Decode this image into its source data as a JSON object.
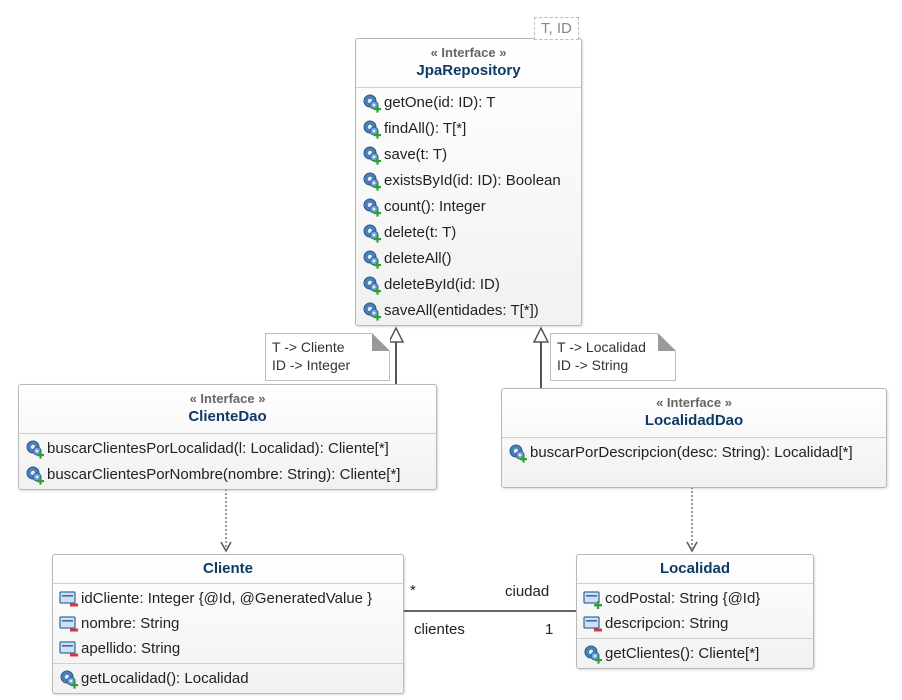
{
  "jpa": {
    "template": "T, ID",
    "stereotype": "« Interface »",
    "name": "JpaRepository",
    "methods": [
      "getOne(id: ID): T",
      "findAll(): T[*]",
      "save(t: T)",
      "existsById(id: ID): Boolean",
      "count(): Integer",
      "delete(t: T)",
      "deleteAll()",
      "deleteById(id: ID)",
      "saveAll(entidades: T[*])"
    ]
  },
  "cliente_note": {
    "line1": "T -> Cliente",
    "line2": "ID -> Integer"
  },
  "localidad_note": {
    "line1": "T -> Localidad",
    "line2": "ID -> String"
  },
  "cliente_dao": {
    "stereotype": "« Interface »",
    "name": "ClienteDao",
    "methods": [
      "buscarClientesPorLocalidad(l: Localidad): Cliente[*]",
      "buscarClientesPorNombre(nombre: String): Cliente[*]"
    ]
  },
  "localidad_dao": {
    "stereotype": "« Interface »",
    "name": "LocalidadDao",
    "methods": [
      "buscarPorDescripcion(desc: String): Localidad[*]"
    ]
  },
  "cliente": {
    "name": "Cliente",
    "attributes": [
      "idCliente: Integer {@Id, @GeneratedValue }",
      "nombre: String",
      "apellido: String"
    ],
    "methods": [
      "getLocalidad(): Localidad"
    ]
  },
  "localidad": {
    "name": "Localidad",
    "attributes": [
      "codPostal: String {@Id}",
      "descripcion: String"
    ],
    "methods": [
      "getClientes(): Cliente[*]"
    ]
  },
  "association": {
    "mult_cliente": "*",
    "role_ciudad": "ciudad",
    "role_clientes": "clientes",
    "mult_localidad": "1"
  }
}
